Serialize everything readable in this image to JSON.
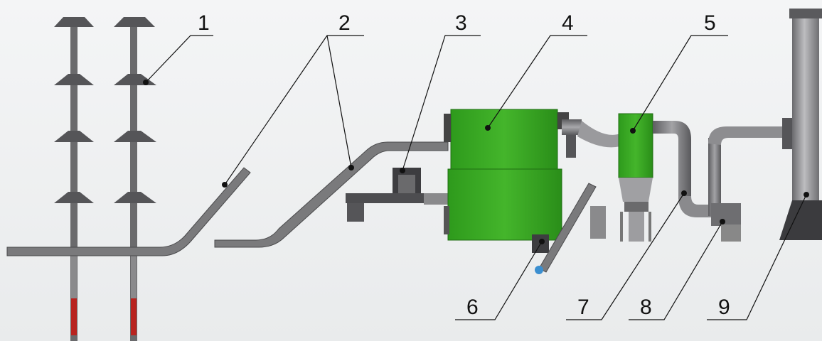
{
  "labels": [
    "1",
    "2",
    "3",
    "4",
    "5",
    "6",
    "7",
    "8",
    "9"
  ],
  "colors": {
    "background": "#f0f1f2",
    "steel": "#6e6e70",
    "steel_dark": "#4a4a4c",
    "boiler_green": "#3aa822",
    "red_tube": "#b8231f",
    "leader": "#111111"
  }
}
